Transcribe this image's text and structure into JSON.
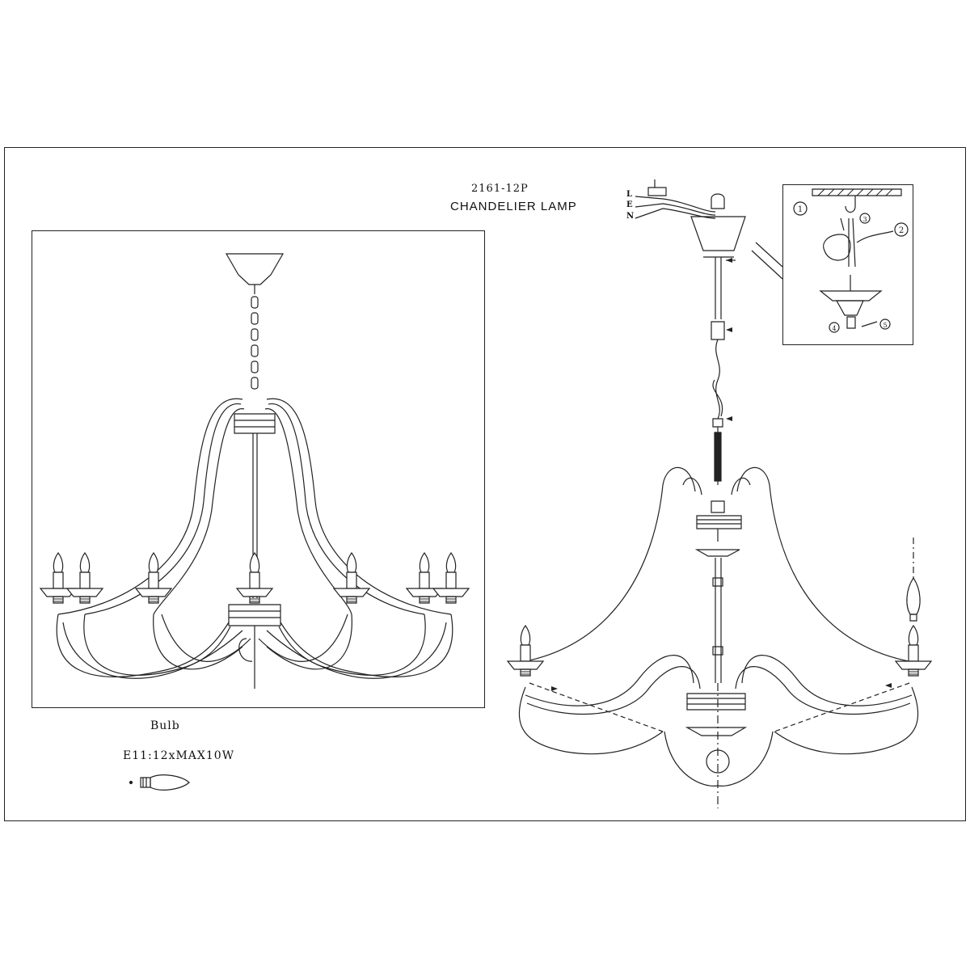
{
  "header": {
    "model": "2161-12P",
    "title": "CHANDELIER LAMP"
  },
  "bulb": {
    "label": "Bulb",
    "spec": "E11:12xMAX10W"
  },
  "wiring": {
    "l": "L",
    "e": "E",
    "n": "N"
  },
  "callouts": [
    "1",
    "2",
    "3",
    "4",
    "5"
  ],
  "colors": {
    "line": "#222222",
    "background": "#ffffff"
  }
}
